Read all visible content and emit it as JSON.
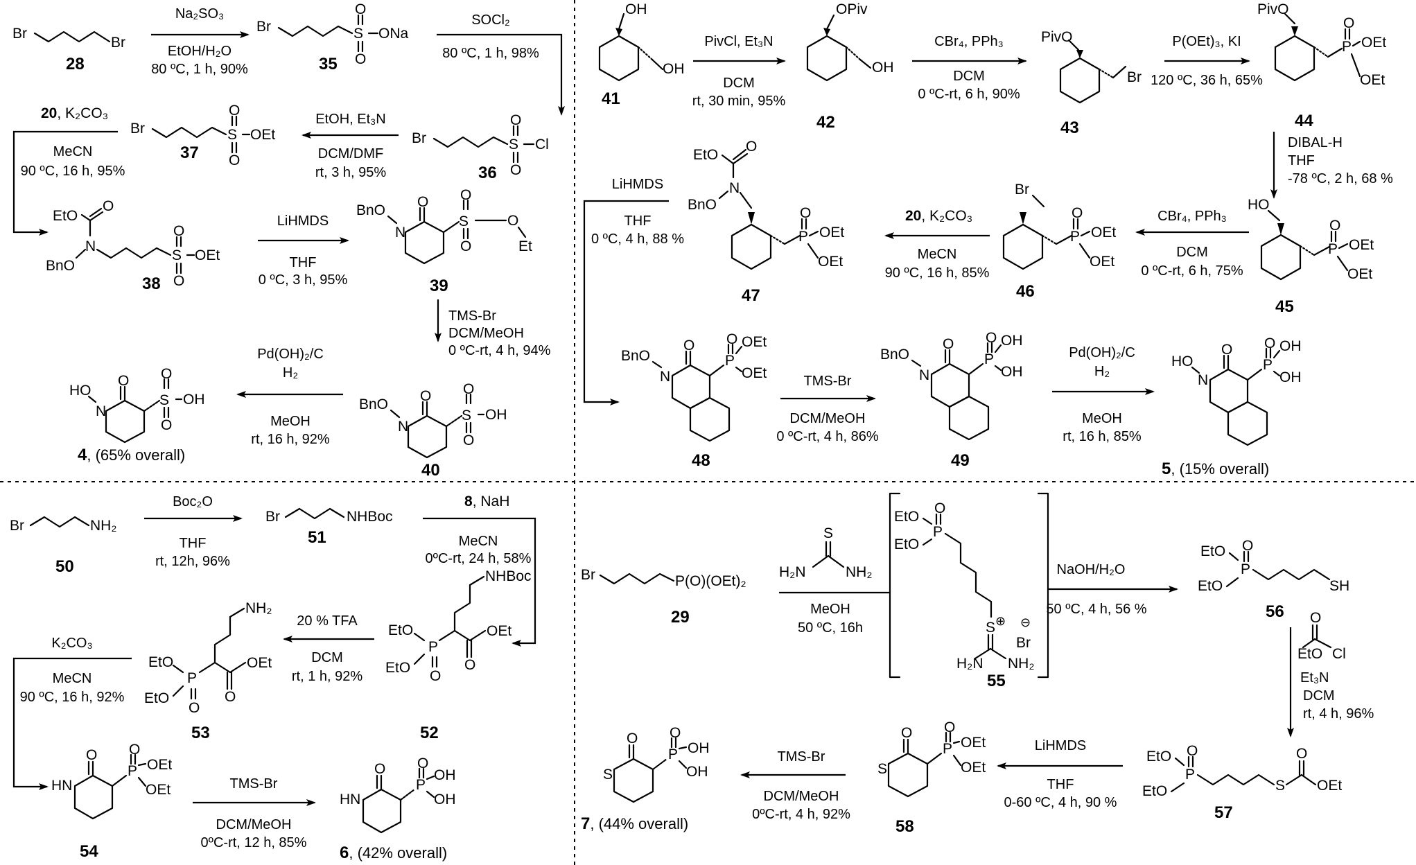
{
  "panel_tl": {
    "c28": "28",
    "c35": "35",
    "c36": "36",
    "c37": "37",
    "c38": "38",
    "c39": "39",
    "c40": "40",
    "c4": "4",
    "c4_suffix": ", (65% overall)",
    "br": "Br",
    "so3na": "ONa",
    "s": "S",
    "o": "O",
    "cl": "Cl",
    "oet": "OEt",
    "et": "Et",
    "oh": "OH",
    "ho": "HO",
    "n": "N",
    "bno": "BnO",
    "eto": "EtO",
    "r1_top": "Na₂SO₃",
    "r1_bot1": "EtOH/H₂O",
    "r1_bot2": "80 ºC, 1 h, 90%",
    "r2_top": "SOCl₂",
    "r2_bot": "80 ºC, 1 h, 98%",
    "r3_top": "EtOH, Et₃N",
    "r3_bot1": "DCM/DMF",
    "r3_bot2": "rt, 3 h, 95%",
    "r4_top_num": "20",
    "r4_top_rest": ", K₂CO₃",
    "r4_bot1": "MeCN",
    "r4_bot2": "90 ºC, 16 h, 95%",
    "r5_top": "LiHMDS",
    "r5_bot1": "THF",
    "r5_bot2": "0 ºC, 3 h, 95%",
    "r6_l1": "TMS-Br",
    "r6_l2": "DCM/MeOH",
    "r6_l3": "0 ºC-rt, 4 h, 94%",
    "r7_top1": "Pd(OH)₂/C",
    "r7_top2": "H₂",
    "r7_bot1": "MeOH",
    "r7_bot2": "rt, 16 h, 92%"
  },
  "panel_tr": {
    "c41": "41",
    "c42": "42",
    "c43": "43",
    "c44": "44",
    "c45": "45",
    "c46": "46",
    "c47": "47",
    "c48": "48",
    "c49": "49",
    "c5": "5",
    "c5_suffix": ", (15% overall)",
    "oh": "OH",
    "opiv": "OPiv",
    "pivo": "PivO",
    "br": "Br",
    "ho": "HO",
    "p": "P",
    "o": "O",
    "oet": "OEt",
    "eto": "EtO",
    "n": "N",
    "bno": "BnO",
    "r1_top": "PivCl, Et₃N",
    "r1_bot1": "DCM",
    "r1_bot2": "rt, 30 min, 95%",
    "r2_top": "CBr₄, PPh₃",
    "r2_bot1": "DCM",
    "r2_bot2": "0 ºC-rt, 6 h, 90%",
    "r3_top": "P(OEt)₃, KI",
    "r3_bot": "120 ºC, 36 h, 65%",
    "r4_l1": "DIBAL-H",
    "r4_l2": "THF",
    "r4_l3": "-78 ºC, 2 h, 68 %",
    "r5_top": "CBr₄, PPh₃",
    "r5_bot1": "DCM",
    "r5_bot2": "0 ºC-rt, 6 h, 75%",
    "r6_top_num": "20",
    "r6_top_rest": ", K₂CO₃",
    "r6_bot1": "MeCN",
    "r6_bot2": "90 ºC, 16 h, 85%",
    "r7_top": "LiHMDS",
    "r7_bot1": "THF",
    "r7_bot2": "0 ºC, 4 h, 88 %",
    "r8_top": "TMS-Br",
    "r8_bot1": "DCM/MeOH",
    "r8_bot2": "0 ºC-rt, 4 h, 86%",
    "r9_top1": "Pd(OH)₂/C",
    "r9_top2": "H₂",
    "r9_bot1": "MeOH",
    "r9_bot2": "rt, 16 h, 85%"
  },
  "panel_bl": {
    "c50": "50",
    "c51": "51",
    "c52": "52",
    "c53": "53",
    "c54": "54",
    "c6": "6",
    "c6_suffix": ", (42% overall)",
    "br": "Br",
    "nh2": "NH₂",
    "nhboc": "NHBoc",
    "eto": "EtO",
    "oet": "OEt",
    "p": "P",
    "o": "O",
    "hn": "HN",
    "oh": "OH",
    "r1_top": "Boc₂O",
    "r1_bot1": "THF",
    "r1_bot2": "rt, 12h, 96%",
    "r2_top_num": "8",
    "r2_top_rest": ", NaH",
    "r2_bot1": "MeCN",
    "r2_bot2": "0ºC-rt, 24 h, 58%",
    "r3_top": "20 % TFA",
    "r3_bot1": "DCM",
    "r3_bot2": "rt, 1 h, 92%",
    "r4_top": "K₂CO₃",
    "r4_bot1": "MeCN",
    "r4_bot2": "90 ºC, 16 h, 92%",
    "r5_top": "TMS-Br",
    "r5_bot1": "DCM/MeOH",
    "r5_bot2": "0ºC-rt, 12 h, 85%"
  },
  "panel_br": {
    "c29": "29",
    "c55": "55",
    "c56": "56",
    "c57": "57",
    "c58": "58",
    "c7": "7",
    "c7_suffix": ", (44% overall)",
    "br": "Br",
    "poet2": "P(O)(OEt)₂",
    "s": "S",
    "h2n": "H₂N",
    "nh2": "NH₂",
    "eto": "EtO",
    "oet": "OEt",
    "p": "P",
    "o": "O",
    "sh": "SH",
    "cl": "Cl",
    "oh": "OH",
    "plus": "⊕",
    "minus": "⊖",
    "r1_bot1": "MeOH",
    "r1_bot2": "50 ºC, 16h",
    "r2_top": "NaOH/H₂O",
    "r2_bot": "50 ºC, 4 h, 56 %",
    "r3_l2": "Et₃N",
    "r3_l3": "DCM",
    "r3_l4": "rt, 4 h, 96%",
    "r4_top": "LiHMDS",
    "r4_bot1": "THF",
    "r4_bot2": "0-60 ºC, 4 h, 90 %",
    "r5_top": "TMS-Br",
    "r5_bot1": "DCM/MeOH",
    "r5_bot2": "0ºC-rt, 4 h, 92%"
  }
}
